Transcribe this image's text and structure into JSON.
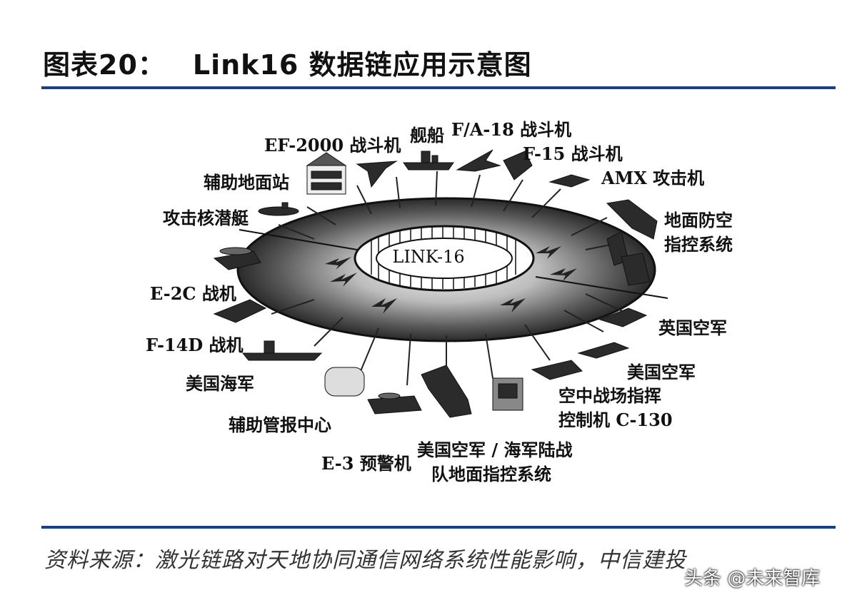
{
  "header": {
    "figure_number": "图表20：",
    "title": "Link16 数据链应用示意图"
  },
  "diagram": {
    "core_label": "LINK-16",
    "labels": {
      "ef2000": "EF-2000 战斗机",
      "ship": "舰船",
      "fa18": "F/A-18 战斗机",
      "f15": "F-15 战斗机",
      "amx": "AMX 攻击机",
      "ground_station": "辅助地面站",
      "submarine": "攻击核潜艇",
      "ground_air_defense_1": "地面防空",
      "ground_air_defense_2": "指控系统",
      "e2c": "E-2C 战机",
      "uk_air_force": "英国空军",
      "f14d": "F-14D 战机",
      "us_navy": "美国海军",
      "us_air_force": "美国空军",
      "aux_center": "辅助管报中心",
      "c130_1": "空中战场指挥",
      "c130_2": "控制机 C-130",
      "e3": "E-3 预警机",
      "usaf_usmc_1": "美国空军 / 海军陆战",
      "usaf_usmc_2": "队地面指控系统"
    }
  },
  "footer": {
    "source": "资料来源：激光链路对天地协同通信网络系统性能影响，中信建投",
    "watermark": "头条 @未来智库"
  },
  "colors": {
    "rule": "#1f3f7a",
    "disc_dark": "#3a3a3a",
    "disc_light": "#d8d8d8"
  }
}
